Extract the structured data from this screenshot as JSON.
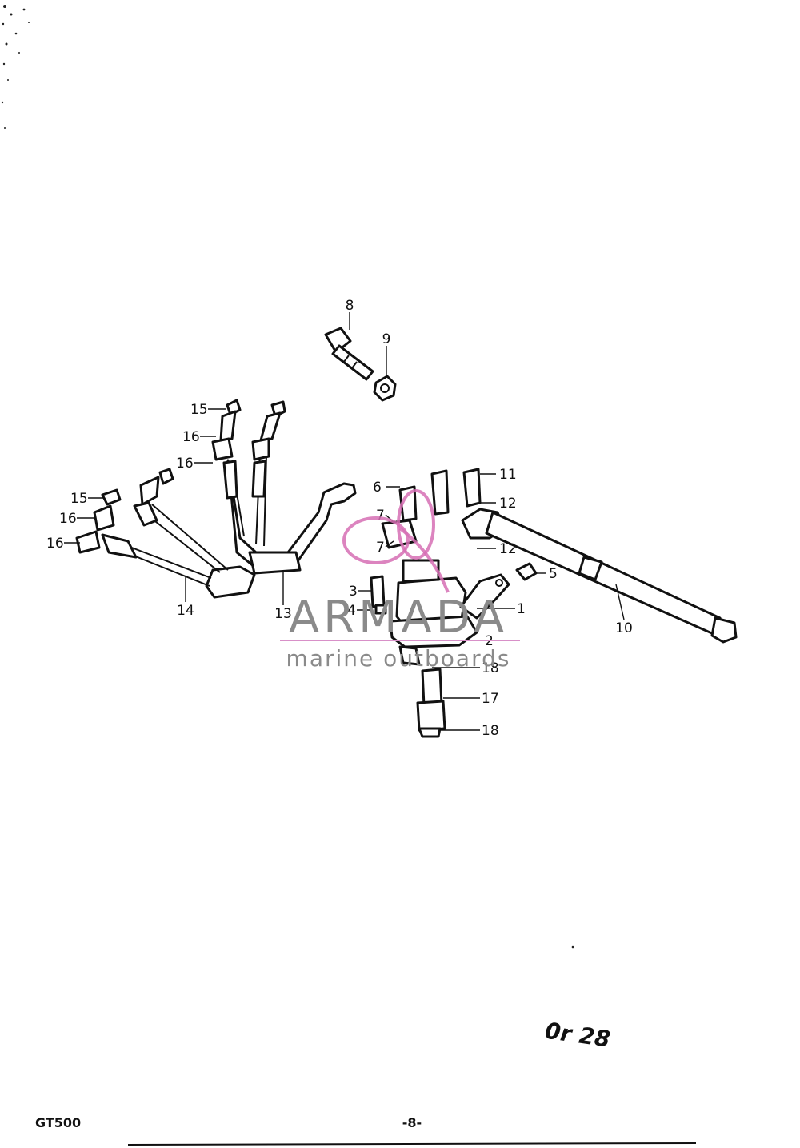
{
  "callouts": {
    "c1": "1",
    "c2": "2",
    "c3": "3",
    "c4": "4",
    "c5": "5",
    "c6": "6",
    "c7a": "7",
    "c7b": "7",
    "c8": "8",
    "c9": "9",
    "c10": "10",
    "c11": "11",
    "c12a": "12",
    "c12b": "12",
    "c13": "13",
    "c14": "14",
    "c15a": "15",
    "c15b": "15",
    "c16a": "16",
    "c16b": "16",
    "c16c": "16",
    "c16d": "16",
    "c17": "17",
    "c18a": "18",
    "c18b": "18"
  },
  "watermark": {
    "brand": "ARMADA",
    "tagline": "marine outboards"
  },
  "stamp": "0r 28",
  "footer": {
    "model": "GT500",
    "page": "-8-"
  },
  "colors": {
    "ink": "#111111",
    "watermark_logo": "#d66fb4",
    "watermark_text": "#8a8a8a"
  }
}
